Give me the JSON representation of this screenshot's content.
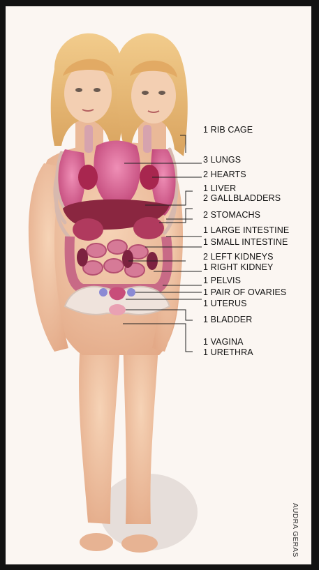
{
  "labels": [
    "1 RIB CAGE",
    "3 LUNGS",
    "2 HEARTS",
    "1 LIVER",
    "2 GALLBLADDERS",
    "2 STOMACHS",
    "1 LARGE INTESTINE",
    "1 SMALL INTESTINE",
    "2 LEFT KIDNEYS",
    "1 RIGHT KIDNEY",
    "1 PELVIS",
    "1 PAIR OF OVARIES",
    "1 UTERUS",
    "1 BLADDER",
    "1 VAGINA",
    "1 URETHRA"
  ],
  "credit": "AUDRA GERAS",
  "colors": {
    "frame": "#121212",
    "background": "#fbf6f2",
    "skin": "#f0c4a4",
    "hair": "#e8b872",
    "organs": "#c2487a",
    "liver": "#8a2640"
  }
}
